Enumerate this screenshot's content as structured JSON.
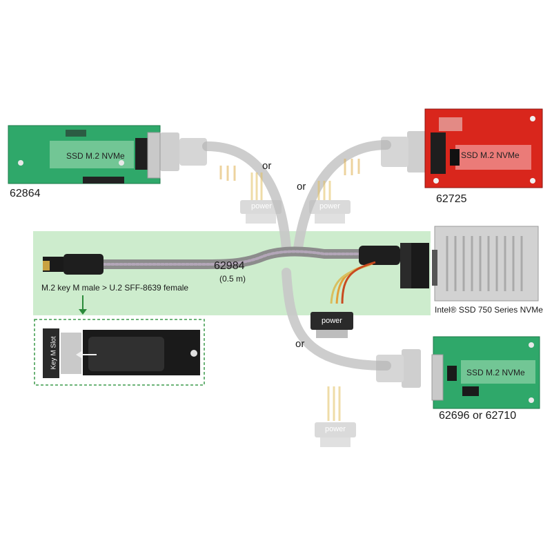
{
  "products": {
    "top_left": "62864",
    "top_right": "62725",
    "bottom_right": "62696 or 62710",
    "ssd_device": "Intel® SSD 750 Series NVMe"
  },
  "cable": {
    "part_number": "62984",
    "length": "(0.5 m)",
    "description": "M.2 key M male > U.2 SFF-8639 female"
  },
  "ssd_label": "SSD M.2 NVMe",
  "power_label": "power",
  "or_label": "or",
  "slot_label": "Key M Slot",
  "colors": {
    "highlight_band": "#cdeccd",
    "green_pcb": "#2fa86a",
    "red_pcb": "#d9261c",
    "cable_braid": "#8c8c8c",
    "arrow": "#2a8a3a"
  }
}
